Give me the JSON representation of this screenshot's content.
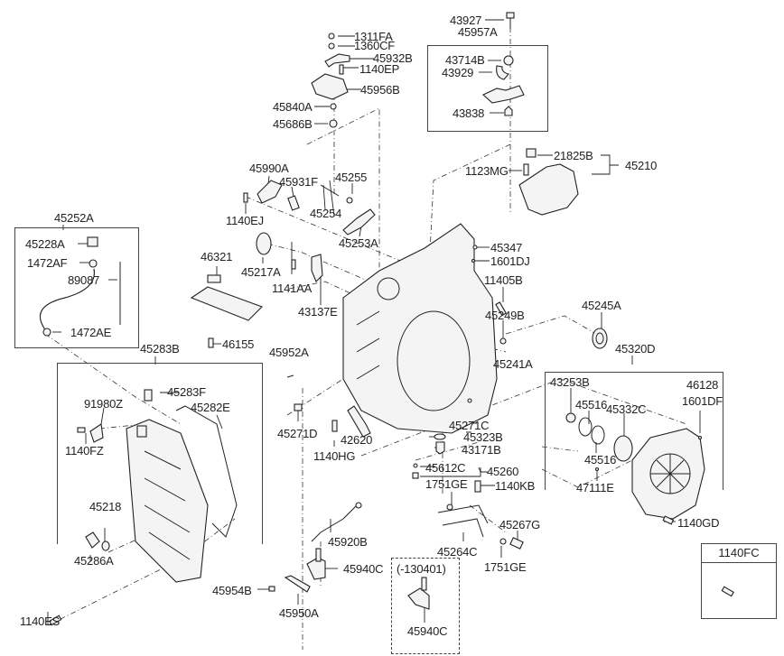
{
  "diagram": {
    "title": "Automatic transaxle case – exploded parts diagram",
    "labels": {
      "p43927": "43927",
      "p45957A": "45957A",
      "p43714B": "43714B",
      "p43929": "43929",
      "p43838": "43838",
      "p1311FA": "1311FA",
      "p1360CF": "1360CF",
      "p45932B": "45932B",
      "p1140EP": "1140EP",
      "p45956B": "45956B",
      "p45840A": "45840A",
      "p45686B": "45686B",
      "p21825B": "21825B",
      "p45210": "45210",
      "p1123MG": "1123MG",
      "p45990A": "45990A",
      "p45931F": "45931F",
      "p45255": "45255",
      "p45254": "45254",
      "p1140EJ": "1140EJ",
      "p45253A": "45253A",
      "p45252A": "45252A",
      "p45228A": "45228A",
      "p1472AF": "1472AF",
      "p89087": "89087",
      "p1472AE": "1472AE",
      "p46321": "46321",
      "p45217A": "45217A",
      "p1141AA": "1141AA",
      "p43137E": "43137E",
      "p46155": "46155",
      "p45347": "45347",
      "p1601DJ": "1601DJ",
      "p11405B": "11405B",
      "p45249B": "45249B",
      "p45245A": "45245A",
      "p45952A": "45952A",
      "p45241A": "45241A",
      "p45320D": "45320D",
      "p43253B": "43253B",
      "p45516a": "45516",
      "p45332C": "45332C",
      "p46128": "46128",
      "p1601DF": "1601DF",
      "p45516b": "45516",
      "p47111E": "47111E",
      "p1140GD": "1140GD",
      "p45283B": "45283B",
      "p45283F": "45283F",
      "p91980Z": "91980Z",
      "p45282E": "45282E",
      "p1140FZ": "1140FZ",
      "p45218": "45218",
      "p45286A": "45286A",
      "p1140ES": "1140ES",
      "p45271D": "45271D",
      "p42620": "42620",
      "p1140HG": "1140HG",
      "p45271C": "45271C",
      "p45323B": "45323B",
      "p43171B": "43171B",
      "p45612C": "45612C",
      "p45260": "45260",
      "p1751GEa": "1751GE",
      "p1140KB": "1140KB",
      "p45920B": "45920B",
      "p45940Ca": "45940C",
      "p45264C": "45264C",
      "p45267G": "45267G",
      "p1751GEb": "1751GE",
      "p45954B": "45954B",
      "p45950A": "45950A",
      "p130401": "(-130401)",
      "p45940Cb": "45940C"
    },
    "legend_box": {
      "part_number": "1140FC"
    }
  }
}
